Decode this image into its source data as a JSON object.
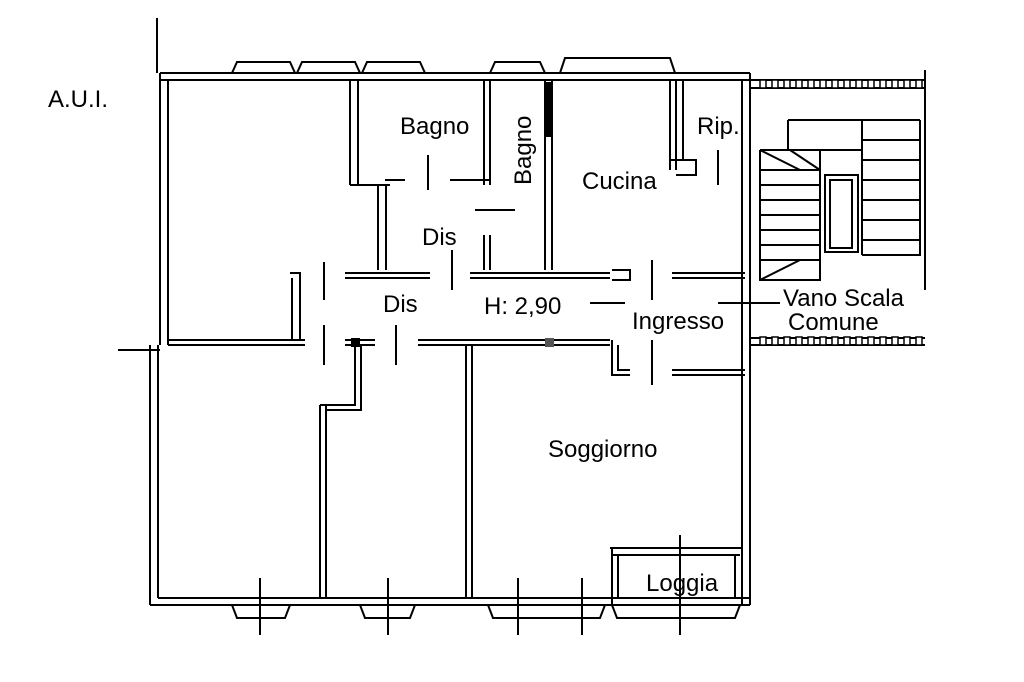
{
  "floorplan": {
    "unit_label": "A.U.I.",
    "height_label": "H: 2,90",
    "rooms": {
      "bagno_1": "Bagno",
      "bagno_2": "Bagno",
      "cucina": "Cucina",
      "ripostiglio": "Rip.",
      "disimpegno_1": "Dis",
      "disimpegno_2": "Dis",
      "ingresso": "Ingresso",
      "soggiorno": "Soggiorno",
      "loggia": "Loggia"
    },
    "stair_label_line1": "Vano Scala",
    "stair_label_line2": "Comune",
    "colors": {
      "ink": "#000000",
      "background": "#ffffff",
      "accent_marker": "#555555"
    }
  }
}
